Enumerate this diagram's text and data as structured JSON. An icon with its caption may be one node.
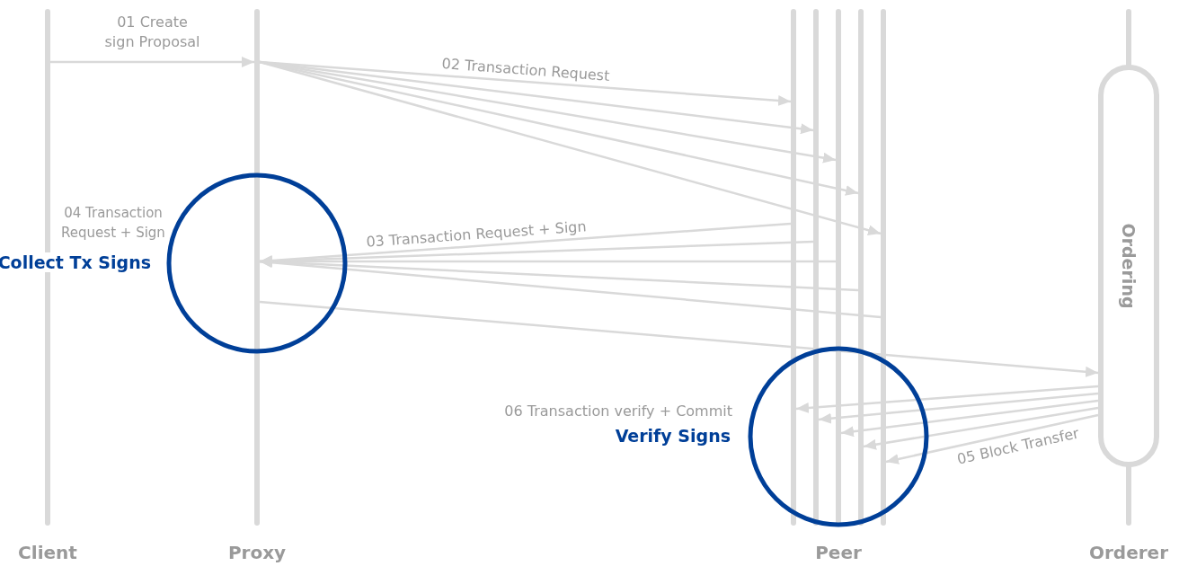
{
  "diagram": {
    "nodes": [
      {
        "text": [
          "Client"
        ]
      },
      {
        "text": [
          "Proxy"
        ]
      },
      {
        "text": [],
        "shape": "bar"
      },
      {
        "text": [],
        "shape": "bar"
      },
      {
        "text": [
          "Peer"
        ]
      },
      {
        "text": [],
        "shape": "bar"
      },
      {
        "text": [],
        "shape": "bar"
      },
      {
        "text": [
          "Orderer"
        ]
      },
      {
        "text": [
          "Ordering"
        ]
      }
    ],
    "edges": [
      {
        "from": 0,
        "to": 1,
        "arrow": "to",
        "label": "01 Create sign Proposal"
      },
      {
        "from": 1,
        "to": 2,
        "arrow": "to",
        "label": "02 Transaction Request"
      },
      {
        "from": 1,
        "to": 3,
        "arrow": "to"
      },
      {
        "from": 1,
        "to": 4,
        "arrow": "to"
      },
      {
        "from": 1,
        "to": 5,
        "arrow": "to"
      },
      {
        "from": 1,
        "to": 6,
        "arrow": "to"
      },
      {
        "from": 2,
        "to": 1,
        "arrow": "to",
        "label": "03 Transaction Request + Sign"
      },
      {
        "from": 3,
        "to": 1,
        "arrow": "to"
      },
      {
        "from": 4,
        "to": 1,
        "arrow": "to"
      },
      {
        "from": 5,
        "to": 1,
        "arrow": "to"
      },
      {
        "from": 6,
        "to": 1,
        "arrow": "to"
      },
      {
        "from": 1,
        "to": 8,
        "arrow": "to"
      },
      {
        "from": 8,
        "to": 2,
        "arrow": "to"
      },
      {
        "from": 8,
        "to": 3,
        "arrow": "to"
      },
      {
        "from": 8,
        "to": 4,
        "arrow": "to"
      },
      {
        "from": 8,
        "to": 5,
        "arrow": "to"
      },
      {
        "from": 8,
        "to": 6,
        "arrow": "to",
        "label": "05 Block Transfer"
      }
    ],
    "labels": [
      "04 Transaction Request + Sign",
      "Collect Tx Signs",
      "06 Transaction verify + Commit",
      "Verify Signs"
    ]
  }
}
